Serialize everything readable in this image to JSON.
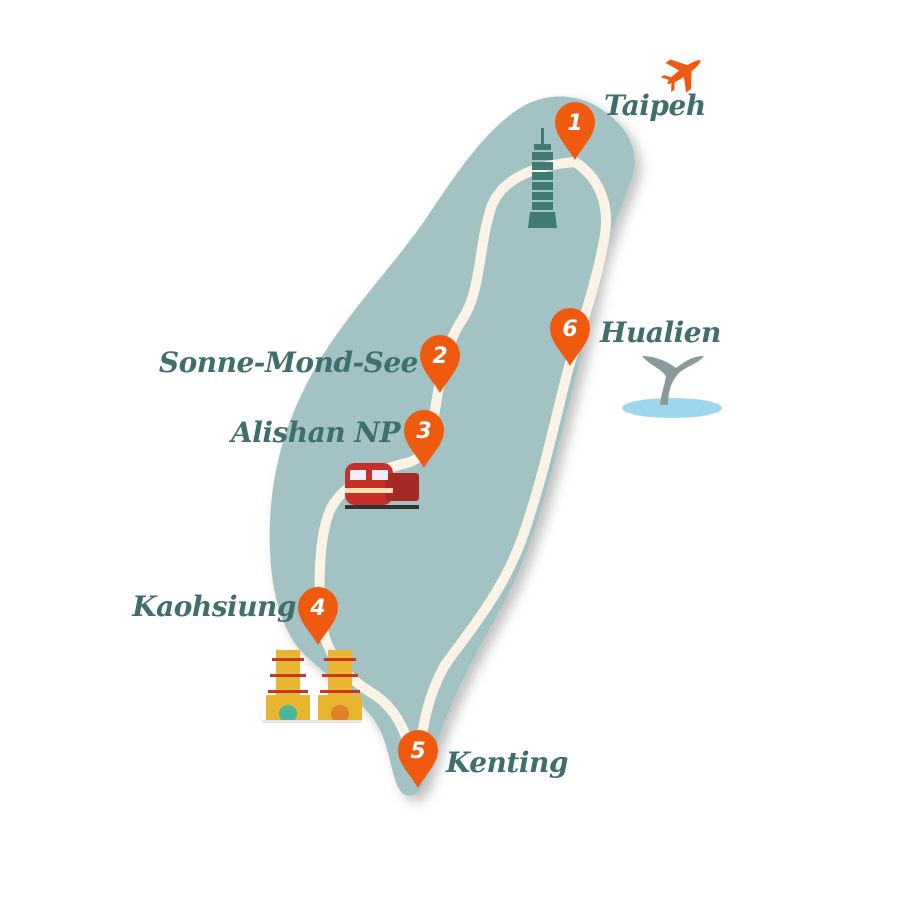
{
  "colors": {
    "island": "#a2c2c4",
    "route": "#faf3e6",
    "pin": "#f05a0f",
    "label": "#3f6f6b"
  },
  "stops": [
    {
      "number": "1",
      "name": "Taipeh",
      "icon": "taipei-101-tower-icon"
    },
    {
      "number": "2",
      "name": "Sonne-Mond-See",
      "icon": ""
    },
    {
      "number": "3",
      "name": "Alishan NP",
      "icon": "train-icon"
    },
    {
      "number": "4",
      "name": "Kaohsiung",
      "icon": "pagoda-icon"
    },
    {
      "number": "5",
      "name": "Kenting",
      "icon": ""
    },
    {
      "number": "6",
      "name": "Hualien",
      "icon": "whale-tail-icon"
    }
  ],
  "decor": {
    "airplane": "airplane-icon"
  }
}
